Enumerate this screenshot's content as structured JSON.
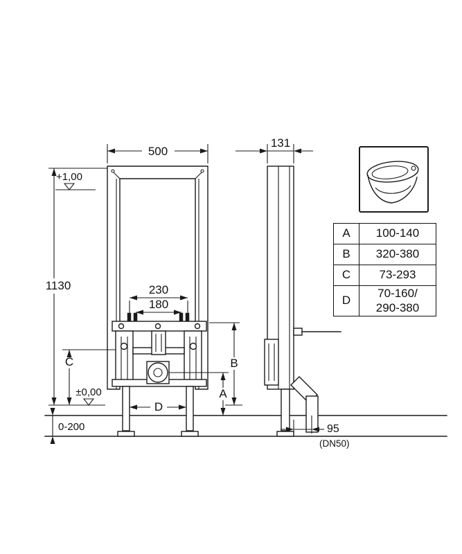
{
  "drawing": {
    "front": {
      "width": "500",
      "height": "1130",
      "level_upper": "+1,00",
      "level_zero": "±0,00",
      "stud_spacing_outer": "230",
      "stud_spacing_inner": "180",
      "label_a": "A",
      "label_b": "B",
      "label_c": "C",
      "label_d": "D",
      "foot_adjustment": "0-200"
    },
    "side": {
      "depth": "131",
      "drain_offset": "95",
      "drain_nominal": "(DN50)"
    }
  },
  "table": {
    "rows": [
      {
        "key": "A",
        "value": "100-140"
      },
      {
        "key": "B",
        "value": "320-380"
      },
      {
        "key": "C",
        "value": "73-293"
      },
      {
        "key": "D",
        "value": "70-160/\n290-380"
      }
    ]
  },
  "colors": {
    "line": "#1a1a1a",
    "background": "#ffffff"
  }
}
